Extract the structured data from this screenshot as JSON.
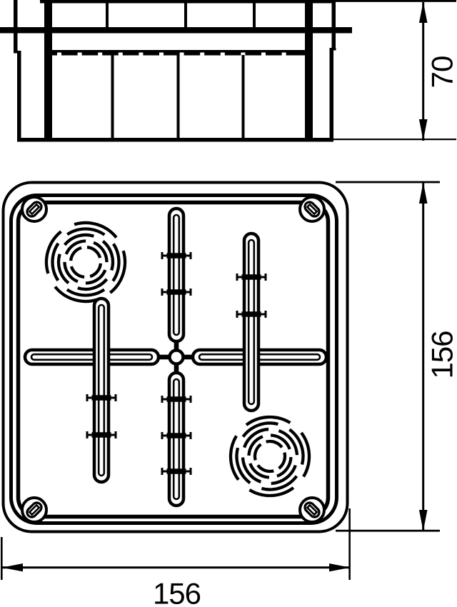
{
  "drawing": {
    "title": "junction-box-technical-drawing",
    "colors": {
      "background": "#ffffff",
      "line": "#000000"
    },
    "views": {
      "side_view": {
        "name": "box side elevation with lid and cable-entry wall segments"
      },
      "plan_view": {
        "name": "box cover plan with corner screws, knockout slots and round cable knockouts"
      }
    },
    "dimensions": {
      "depth": {
        "label": "70",
        "orientation": "vertical"
      },
      "height": {
        "label": "156",
        "orientation": "vertical"
      },
      "width": {
        "label": "156",
        "orientation": "horizontal"
      }
    }
  }
}
